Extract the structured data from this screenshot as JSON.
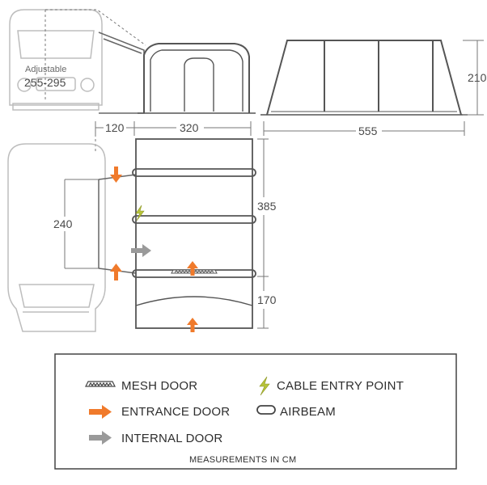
{
  "dimensions": {
    "adjustable_label": "Adjustable",
    "adjustable_range": "255-295",
    "height": "210",
    "overall_length": "555",
    "porch_offset": "120",
    "front_width": "320",
    "main_depth": "385",
    "canopy_depth": "170",
    "connection_width": "240"
  },
  "legend": {
    "mesh_door": "MESH DOOR",
    "cable_entry": "CABLE ENTRY POINT",
    "entrance_door": "ENTRANCE DOOR",
    "airbeam": "AIRBEAM",
    "internal_door": "INTERNAL DOOR",
    "units_note": "MEASUREMENTS IN CM"
  },
  "colors": {
    "line": "#555555",
    "light_line": "#b5b5b5",
    "orange_arrow": "#f07a2b",
    "grey_arrow": "#9a9a9a",
    "lightning": "#b8c43a"
  }
}
